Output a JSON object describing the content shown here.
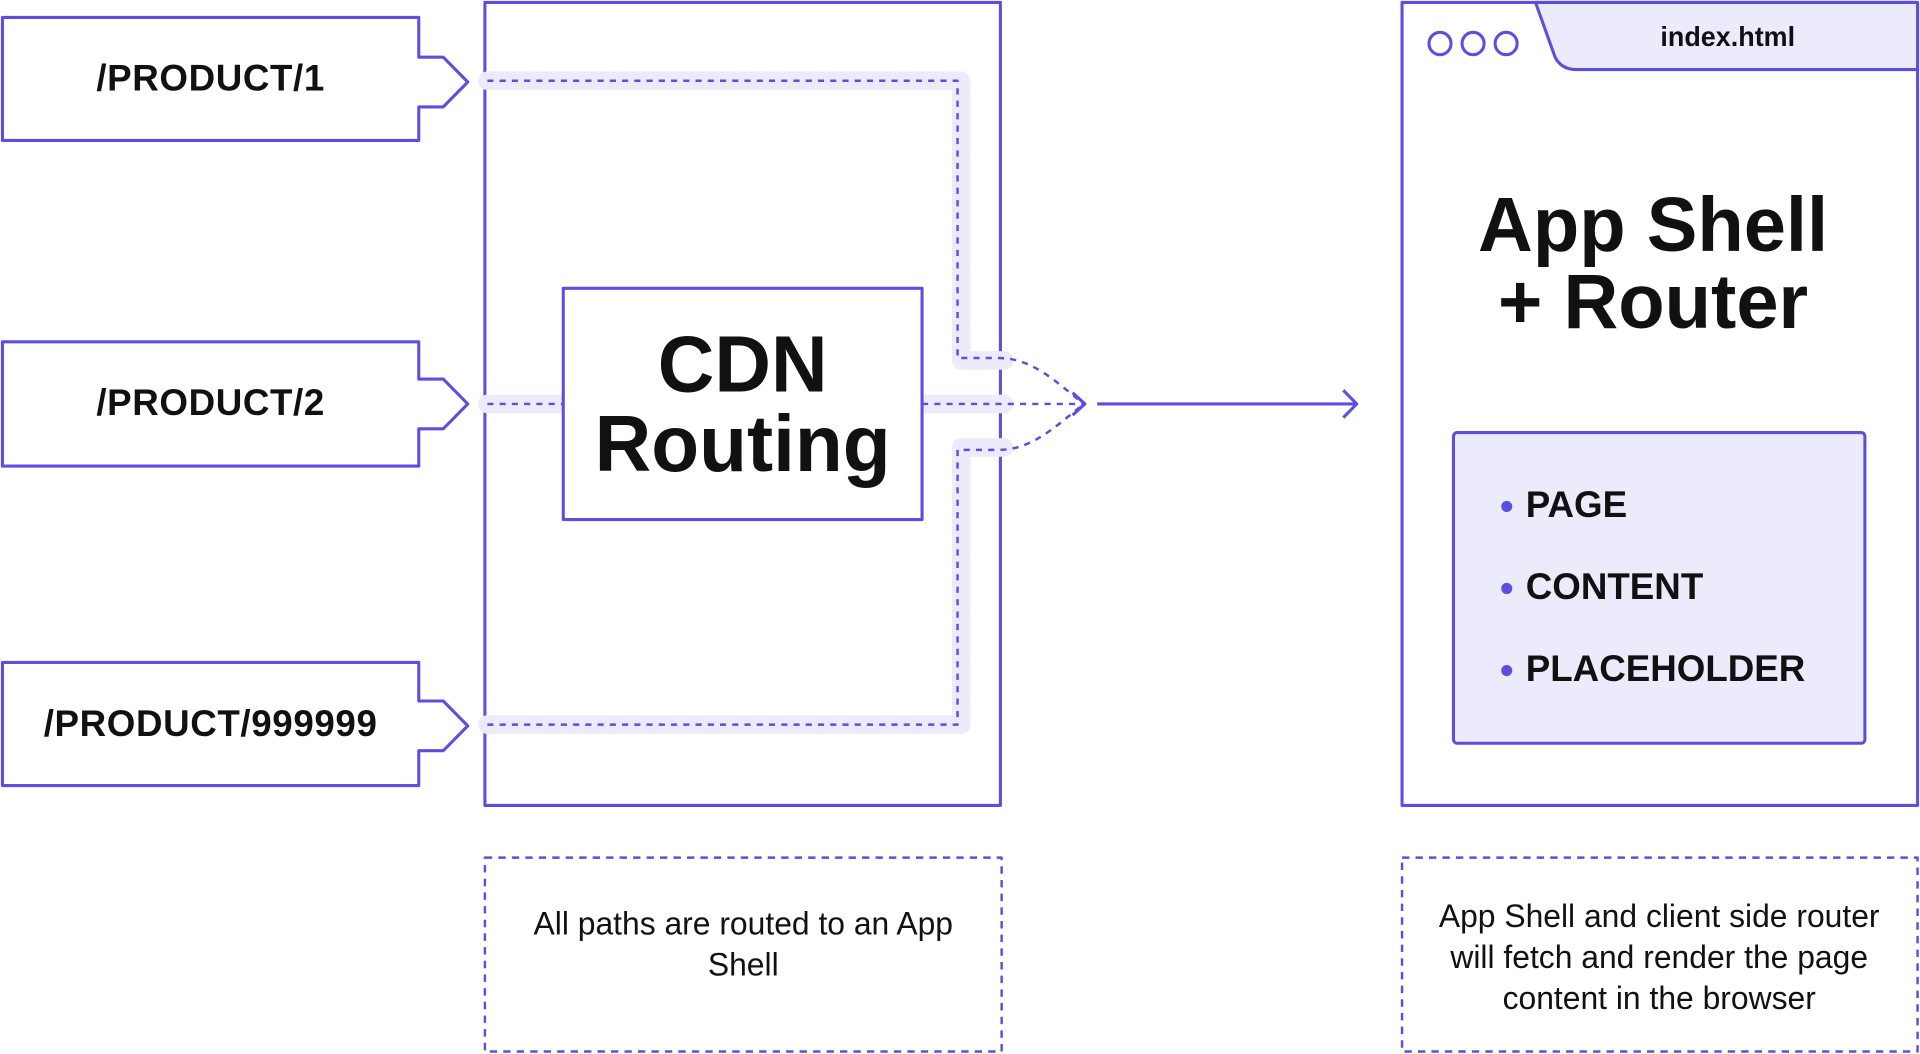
{
  "colors": {
    "accent": "#5b4ee0",
    "highlight": "#ecebfb",
    "text": "#111111"
  },
  "paths": [
    "/PRODUCT/1",
    "/PRODUCT/2",
    "/PRODUCT/999999"
  ],
  "cdn": {
    "title_line1": "CDN",
    "title_line2": "Routing",
    "caption": "All paths are routed to an App Shell"
  },
  "browser": {
    "tab_label": "index.html",
    "window_buttons": [
      "circle-icon",
      "circle-icon",
      "circle-icon"
    ],
    "title_line1": "App Shell",
    "title_line2": "+ Router",
    "placeholder_items": [
      "PAGE",
      "CONTENT",
      "PLACEHOLDER"
    ],
    "caption": "App Shell and client side router will fetch and render the page content in the browser"
  }
}
